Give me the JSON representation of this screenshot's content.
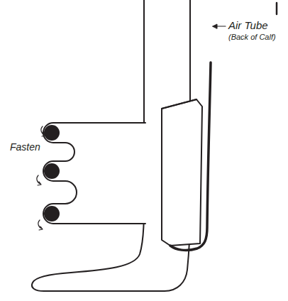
{
  "diagram": {
    "labels": [
      "Air Tube",
      "(Back of Calf)",
      "Fasten"
    ]
  }
}
